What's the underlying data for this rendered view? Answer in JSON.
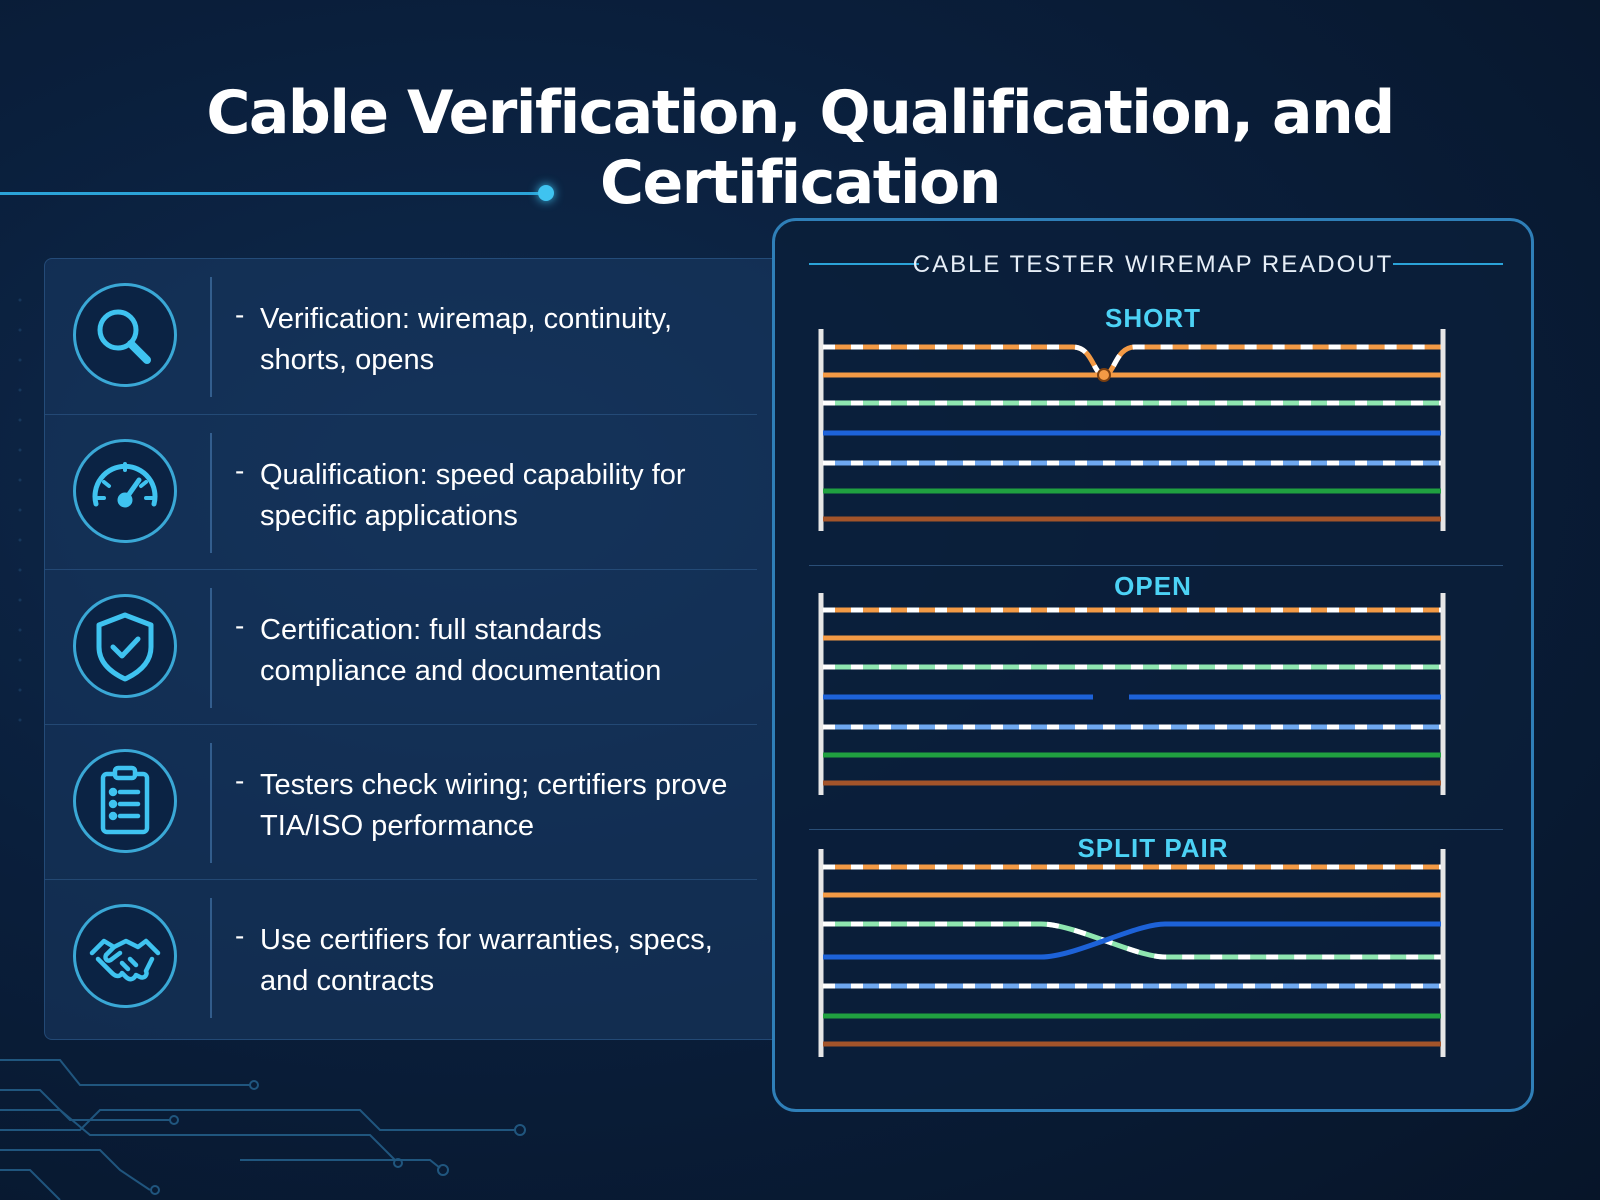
{
  "title": "Cable Verification, Qualification, and Certification",
  "items": [
    {
      "icon": "magnifier-icon",
      "text": "Verification: wiremap, continuity, shorts, opens"
    },
    {
      "icon": "speedometer-icon",
      "text": "Qualification: speed capability for specific applications"
    },
    {
      "icon": "shield-check-icon",
      "text": "Certification: full standards compliance and documentation"
    },
    {
      "icon": "clipboard-checklist-icon",
      "text": "Testers check wiring; certifiers prove TIA/ISO performance"
    },
    {
      "icon": "handshake-icon",
      "text": "Use certifiers for warranties, specs, and contracts"
    }
  ],
  "readout": {
    "title": "CABLE TESTER WIREMAP READOUT",
    "sections": [
      {
        "label": "SHORT",
        "fault": "short"
      },
      {
        "label": "OPEN",
        "fault": "open"
      },
      {
        "label": "SPLIT PAIR",
        "fault": "split"
      }
    ]
  },
  "colors": {
    "accent": "#3fc3f0",
    "label": "#4cd2f5",
    "orange": "#f39a45",
    "green_light": "#8fe6b0",
    "blue": "#1d62d8",
    "blue_light": "#6fa8f0",
    "green": "#20a040",
    "brown": "#a3542a"
  }
}
